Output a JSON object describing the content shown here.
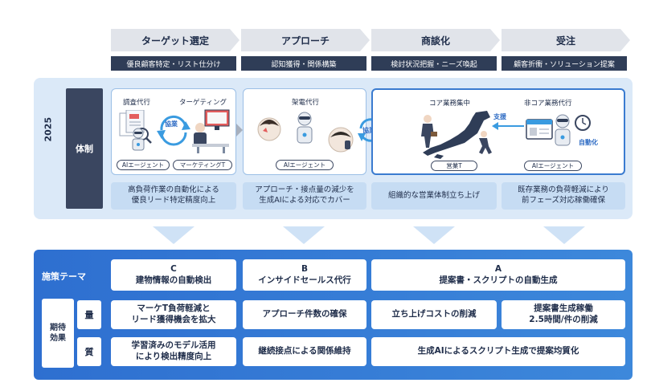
{
  "stages": [
    {
      "title": "ターゲット選定",
      "desc": "優良顧客特定・リスト仕分け"
    },
    {
      "title": "アプローチ",
      "desc": "認知獲得・関係構築"
    },
    {
      "title": "商談化",
      "desc": "検討状況把握・ニーズ喚起"
    },
    {
      "title": "受注",
      "desc": "顧客折衝・ソリューション提案"
    }
  ],
  "year": "2025",
  "structure_label": "体制",
  "cards": {
    "targeting": {
      "label_research": "調査代行",
      "label_targeting": "ターゲティング",
      "cooperation": "協業",
      "chip_ai": "AIエージェント",
      "chip_marketing": "マーケティングT"
    },
    "approach": {
      "label_call": "架電代行",
      "chip_ai": "AIエージェント"
    },
    "cooperation_between": "協業",
    "core": {
      "label_core": "コア業務集中",
      "label_noncore": "非コア業務代行",
      "support": "支援",
      "automation": "自動化",
      "chip_sales": "営業T",
      "chip_ai": "AIエージェント"
    }
  },
  "summaries": [
    {
      "line1": "高負荷作業の自動化による",
      "line2": "優良リード特定精度向上"
    },
    {
      "line1": "アプローチ・接点量の減少を",
      "line2": "生成AIによる対応でカバー"
    },
    {
      "line1": "組織的な営業体制立ち上げ",
      "line2": ""
    },
    {
      "line1": "既存業務の負荷軽減により",
      "line2": "前フェーズ対応稼働確保"
    }
  ],
  "plan": {
    "theme_label": "施策テーマ",
    "themes": [
      {
        "letter": "C",
        "title": "建物情報の自動検出"
      },
      {
        "letter": "B",
        "title": "インサイドセールス代行"
      },
      {
        "letter": "A",
        "title": "提案書・スクリプトの自動生成"
      }
    ],
    "effect_label": "期待効果",
    "quantity_label": "量",
    "quality_label": "質",
    "quantity": [
      {
        "line1": "マーケT負荷軽減と",
        "line2": "リード獲得機会を拡大"
      },
      {
        "line1": "アプローチ件数の確保",
        "line2": ""
      },
      {
        "line1": "立ち上げコストの削減",
        "line2": ""
      },
      {
        "line1": "提案書生成稼働",
        "line2": "2.5時間/件の削減"
      }
    ],
    "quality": [
      {
        "line1": "学習済みのモデル活用",
        "line2": "により検出精度向上"
      },
      {
        "line1": "継続接点による関係維持",
        "line2": ""
      },
      {
        "line1": "生成AIによるスクリプト生成で提案均質化",
        "line2": ""
      }
    ]
  },
  "colors": {
    "navy": "#2f3d57",
    "light_blue": "#dbe9f8",
    "accent_blue": "#3a7bd0",
    "plan_blue": "#2e6fd0"
  }
}
